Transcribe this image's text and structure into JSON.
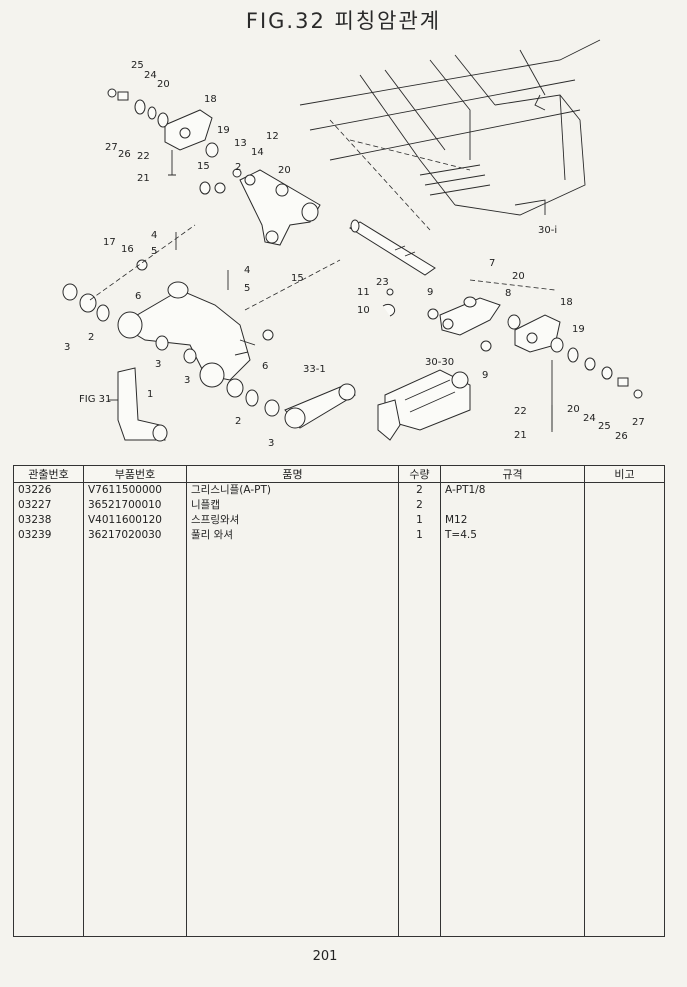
{
  "figure": {
    "title": "FIG.32 피칭암관계",
    "cross_reference": "FIG 31",
    "callouts": {
      "c25a": "25",
      "c24a": "24",
      "c20a": "20",
      "c27a": "27",
      "c26a": "26",
      "c18a": "18",
      "c19a": "19",
      "c13": "13",
      "c12": "12",
      "c14": "14",
      "c22a": "22",
      "c21a": "21",
      "c15a": "15",
      "c20b": "20",
      "c2a": "2",
      "c17": "17",
      "c16": "16",
      "c4a": "4",
      "c5a": "5",
      "c15b": "15",
      "c6a": "6",
      "c4b": "4",
      "c5b": "5",
      "c3a": "3",
      "c2b": "2",
      "c3b": "3",
      "c1": "1",
      "c3c": "3",
      "c6b": "6",
      "c2c": "2",
      "c3d": "3",
      "c33": "33-1",
      "c23": "23",
      "c11": "11",
      "c10": "10",
      "c9a": "9",
      "c7": "7",
      "c20c": "20",
      "c8": "8",
      "c9b": "9",
      "c3030": "30-30",
      "c30i": "30-i",
      "c18b": "18",
      "c19b": "19",
      "c20d": "20",
      "c24b": "24",
      "c25b": "25",
      "c26b": "26",
      "c27b": "27",
      "c22b": "22",
      "c21b": "21"
    }
  },
  "table": {
    "headers": [
      "관출번호",
      "부품번호",
      "품명",
      "수량",
      "규격",
      "비고"
    ],
    "rows": [
      [
        "03226",
        "V7611500000",
        "그리스니플(A-PT)",
        "2",
        "A-PT1/8",
        ""
      ],
      [
        "03227",
        "36521700010",
        "니플캡",
        "2",
        "",
        ""
      ],
      [
        "03238",
        "V4011600120",
        "스프링와셔",
        "1",
        "M12",
        ""
      ],
      [
        "03239",
        "36217020030",
        "풀리 와셔",
        "1",
        "T=4.5",
        ""
      ]
    ]
  },
  "page_number": "201"
}
